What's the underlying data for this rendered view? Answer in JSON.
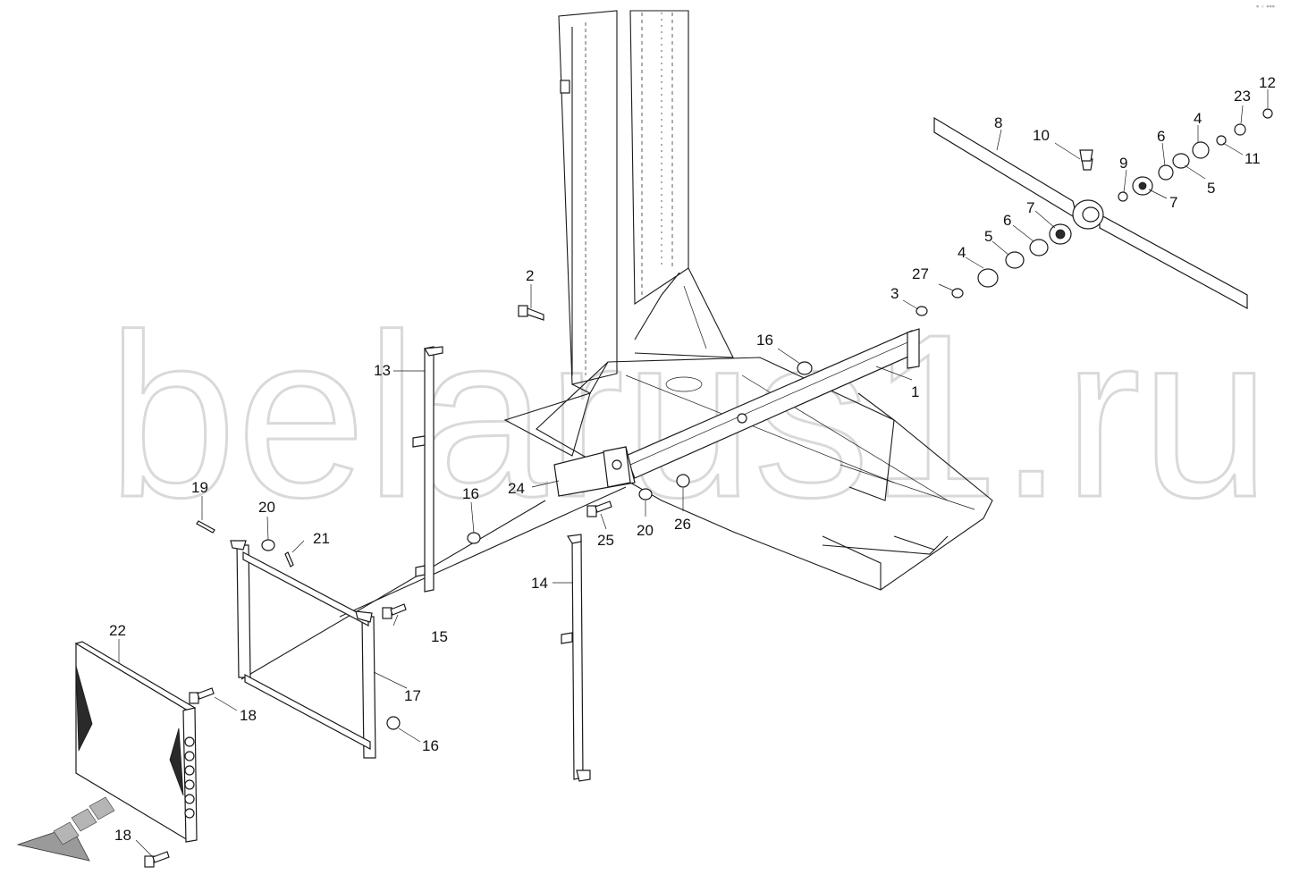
{
  "watermark": "belarus1.ru",
  "callouts": [
    {
      "id": "c1",
      "text": "1"
    },
    {
      "id": "c2",
      "text": "2"
    },
    {
      "id": "c3",
      "text": "3"
    },
    {
      "id": "c4a",
      "text": "4"
    },
    {
      "id": "c4b",
      "text": "4"
    },
    {
      "id": "c5a",
      "text": "5"
    },
    {
      "id": "c5b",
      "text": "5"
    },
    {
      "id": "c6a",
      "text": "6"
    },
    {
      "id": "c6b",
      "text": "6"
    },
    {
      "id": "c7a",
      "text": "7"
    },
    {
      "id": "c7b",
      "text": "7"
    },
    {
      "id": "c8",
      "text": "8"
    },
    {
      "id": "c9",
      "text": "9"
    },
    {
      "id": "c10",
      "text": "10"
    },
    {
      "id": "c11",
      "text": "11"
    },
    {
      "id": "c12",
      "text": "12"
    },
    {
      "id": "c13",
      "text": "13"
    },
    {
      "id": "c14",
      "text": "14"
    },
    {
      "id": "c15",
      "text": "15"
    },
    {
      "id": "c16a",
      "text": "16"
    },
    {
      "id": "c16b",
      "text": "16"
    },
    {
      "id": "c16c",
      "text": "16"
    },
    {
      "id": "c17",
      "text": "17"
    },
    {
      "id": "c18a",
      "text": "18"
    },
    {
      "id": "c18b",
      "text": "18"
    },
    {
      "id": "c19",
      "text": "19"
    },
    {
      "id": "c20a",
      "text": "20"
    },
    {
      "id": "c20b",
      "text": "20"
    },
    {
      "id": "c21",
      "text": "21"
    },
    {
      "id": "c22",
      "text": "22"
    },
    {
      "id": "c23",
      "text": "23"
    },
    {
      "id": "c24",
      "text": "24"
    },
    {
      "id": "c25",
      "text": "25"
    },
    {
      "id": "c26",
      "text": "26"
    },
    {
      "id": "c27",
      "text": "27"
    }
  ]
}
